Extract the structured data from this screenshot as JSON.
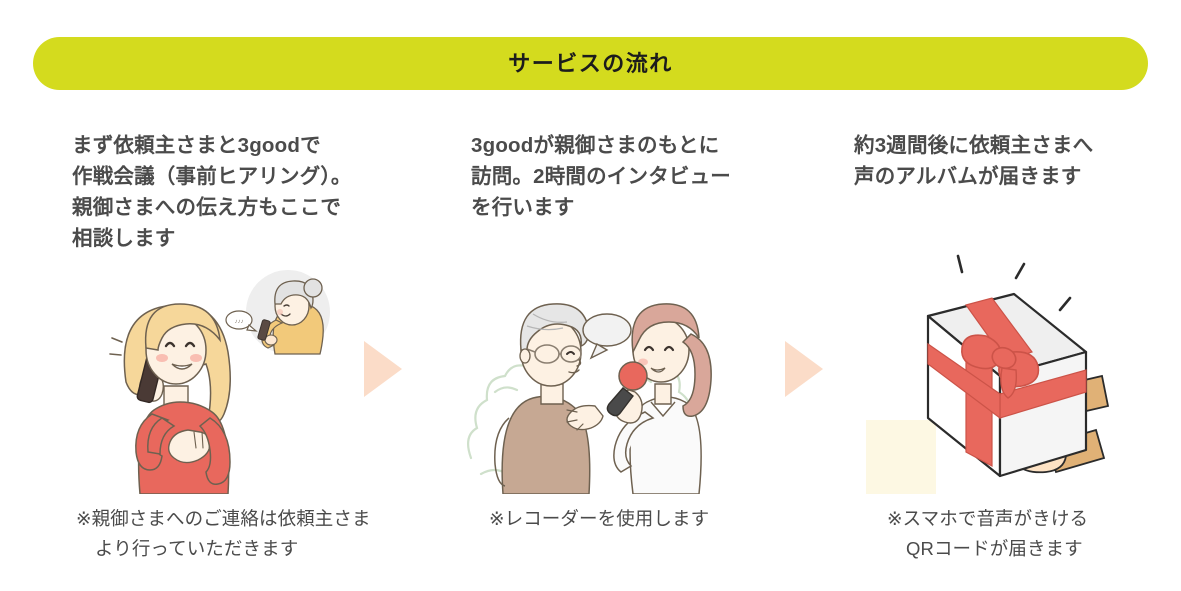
{
  "banner": {
    "title": "サービスの流れ",
    "background_color": "#d4db1e",
    "text_color": "#1c1c1c"
  },
  "theme": {
    "page_background": "#ffffff",
    "text_color": "#4b4b4b",
    "arrow_color": "#fbdcc8",
    "accent_coral": "#e8685d",
    "accent_cream": "#fdf8e3"
  },
  "steps": [
    {
      "heading": "まず依頼主さまと3goodで\n作戦会議（事前ヒアリング）。\n親御さまへの伝え方もここで\n相談します",
      "caption": "※親御さまへのご連絡は依頼主さま\nより行っていただきます",
      "illustration": "woman-on-phone-with-parent-inset"
    },
    {
      "heading": "3goodが親御さまのもとに\n訪問。2時間のインタビュー\nを行います",
      "caption": "※レコーダーを使用します",
      "illustration": "interviewer-with-microphone-and-elderly-man"
    },
    {
      "heading": "約3週間後に依頼主さまへ\n声のアルバムが届きます",
      "caption": "※スマホで音声がきける\nQRコードが届きます",
      "illustration": "hands-holding-gift-box"
    }
  ],
  "arrows": [
    {
      "name": "step-1-to-2"
    },
    {
      "name": "step-2-to-3"
    }
  ]
}
